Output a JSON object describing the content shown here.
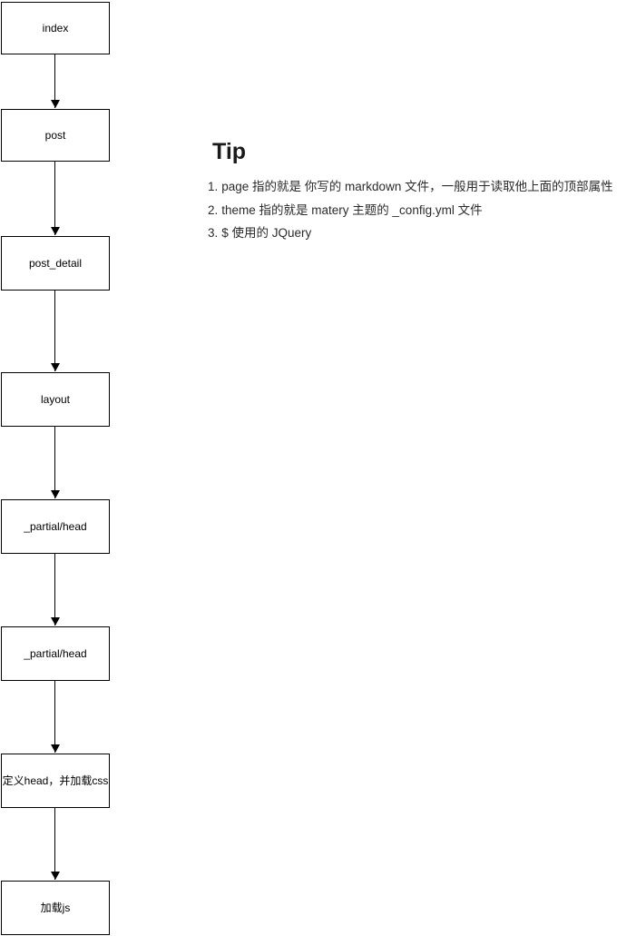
{
  "flowchart": {
    "nodes": [
      {
        "label": "index"
      },
      {
        "label": "post"
      },
      {
        "label": "post_detail"
      },
      {
        "label": "layout"
      },
      {
        "label": "_partial/head"
      },
      {
        "label": "_partial/head"
      },
      {
        "label": "定义head，并加载css"
      },
      {
        "label": "加载js"
      }
    ]
  },
  "tip": {
    "heading": "Tip",
    "items": [
      {
        "num": "1.",
        "text": "page 指的就是 你写的 markdown 文件，一般用于读取他上面的顶部属性"
      },
      {
        "num": "2.",
        "text": "theme 指的就是 matery 主题的 _config.yml 文件"
      },
      {
        "num": "3.",
        "text": "$ 使用的 JQuery"
      }
    ]
  },
  "colors": {
    "background": "#ffffff",
    "diagram_line": "#000000",
    "diagram_text": "#000000",
    "tip_text": "#2b2b2b"
  }
}
